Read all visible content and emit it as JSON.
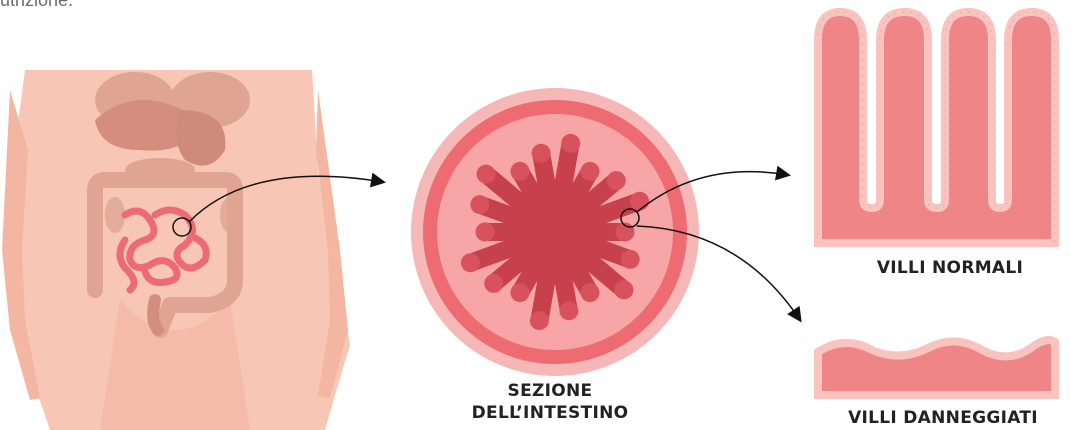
{
  "intro_text": "utrizione.",
  "labels": {
    "section_line1": "SEZIONE",
    "section_line2": "DELL’INTESTINO",
    "normal_villi": "VILLI NORMALI",
    "damaged_villi": "VILLI DANNEGGIATI"
  },
  "colors": {
    "skin": "#f8c6b4",
    "organ": "#e0a493",
    "organ_dark": "#cf8b79",
    "intestine_red": "#ec6b76",
    "section_outer": "#f6b7b7",
    "section_ring": "#ef6b72",
    "section_inner": "#f7a5a7",
    "villi_dark": "#c7414d",
    "villi_fill": "#f08587",
    "villi_edge": "#f9c3c0",
    "arrow": "#111111"
  }
}
